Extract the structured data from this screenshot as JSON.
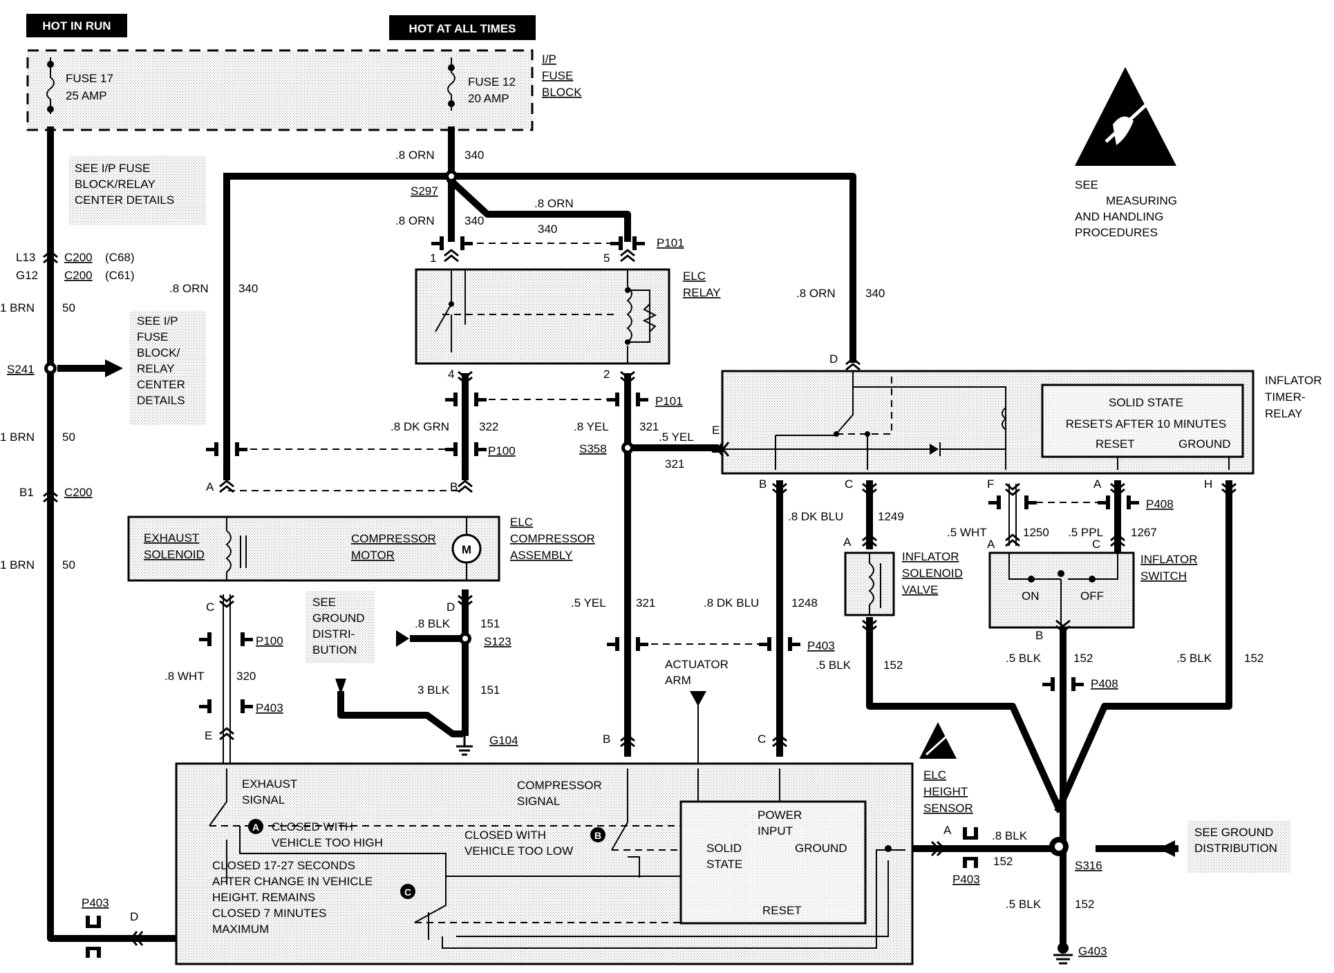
{
  "header": {
    "hot_in_run": "HOT IN RUN",
    "hot_at_all_times": "HOT AT ALL TIMES"
  },
  "fuse_block": {
    "title": [
      "I/P",
      "FUSE",
      "BLOCK"
    ],
    "fuse17": [
      "FUSE 17",
      "25 AMP"
    ],
    "fuse12": [
      "FUSE 12",
      "20 AMP"
    ]
  },
  "esd": {
    "see": "SEE",
    "lines": [
      "MEASURING",
      "AND HANDLING",
      "PROCEDURES"
    ]
  },
  "notes": {
    "fuse_details_1": [
      "SEE I/P FUSE",
      "BLOCK/RELAY",
      "CENTER DETAILS"
    ],
    "fuse_details_2": [
      "SEE I/P",
      "FUSE",
      "BLOCK/",
      "RELAY",
      "CENTER",
      "DETAILS"
    ],
    "ground_dist_1": [
      "SEE",
      "GROUND",
      "DISTRI-",
      "BUTION"
    ],
    "ground_dist_2": [
      "SEE GROUND",
      "DISTRIBUTION"
    ]
  },
  "splices": {
    "s297": "S297",
    "s241": "S241",
    "s358": "S358",
    "s123": "S123",
    "s316": "S316"
  },
  "grounds": {
    "g104": "G104",
    "g403": "G403"
  },
  "connectors": {
    "p101": "P101",
    "p100": "P100",
    "p403": "P403",
    "p408": "P408",
    "c200": "C200",
    "c68": "(C68)",
    "c61": "(C61)",
    "l13": "L13",
    "g12": "G12",
    "b1": "B1"
  },
  "wires": {
    "orn": ".8 ORN",
    "c340": "340",
    "brn": "1 BRN",
    "c50": "50",
    "dkgrn": ".8 DK GRN",
    "c322": "322",
    "yel8": ".8 YEL",
    "yel5": ".5 YEL",
    "c321": "321",
    "wht8": ".8 WHT",
    "c320": "320",
    "blk8": ".8 BLK",
    "blk3": "3 BLK",
    "blk5": ".5 BLK",
    "c151": "151",
    "c152": "152",
    "dkblu": ".8 DK BLU",
    "c1249": "1249",
    "c1248": "1248",
    "wht5": ".5 WHT",
    "c1250": "1250",
    "ppl": ".5 PPL",
    "c1267": "1267"
  },
  "pins": {
    "p1": "1",
    "p5": "5",
    "p4": "4",
    "p2": "2",
    "A": "A",
    "B": "B",
    "C": "C",
    "D": "D",
    "E": "E",
    "F": "F",
    "H": "H"
  },
  "components": {
    "elc_relay": [
      "ELC",
      "RELAY"
    ],
    "compressor_assembly": [
      "ELC",
      "COMPRESSOR",
      "ASSEMBLY"
    ],
    "exhaust_solenoid": [
      "EXHAUST",
      "SOLENOID"
    ],
    "compressor_motor": [
      "COMPRESSOR",
      "MOTOR"
    ],
    "motor_symbol": "M",
    "timer_relay": [
      "INFLATOR",
      "TIMER-",
      "RELAY"
    ],
    "timer_inner": [
      "SOLID STATE",
      "RESETS AFTER 10 MINUTES",
      "RESET",
      "GROUND"
    ],
    "inflator_valve": [
      "INFLATOR",
      "SOLENOID",
      "VALVE"
    ],
    "inflator_switch": [
      "INFLATOR",
      "SWITCH"
    ],
    "switch_on": "ON",
    "switch_off": "OFF",
    "actuator_arm": [
      "ACTUATOR",
      "ARM"
    ],
    "height_sensor": [
      "ELC",
      "HEIGHT",
      "SENSOR"
    ]
  },
  "sensor": {
    "exhaust_signal": [
      "EXHAUST",
      "SIGNAL"
    ],
    "compressor_signal": [
      "COMPRESSOR",
      "SIGNAL"
    ],
    "callout_a": "A",
    "callout_b": "B",
    "callout_c": "C",
    "a_text": [
      "CLOSED WITH",
      "VEHICLE TOO HIGH"
    ],
    "b_text": [
      "CLOSED WITH",
      "VEHICLE TOO LOW"
    ],
    "c_text": [
      "CLOSED 17-27 SECONDS",
      "AFTER CHANGE IN VEHICLE",
      "HEIGHT. REMAINS",
      "CLOSED 7 MINUTES",
      "MAXIMUM"
    ],
    "power_input": [
      "POWER",
      "INPUT"
    ],
    "solid_state": [
      "SOLID",
      "STATE"
    ],
    "ground": "GROUND",
    "reset": "RESET"
  }
}
